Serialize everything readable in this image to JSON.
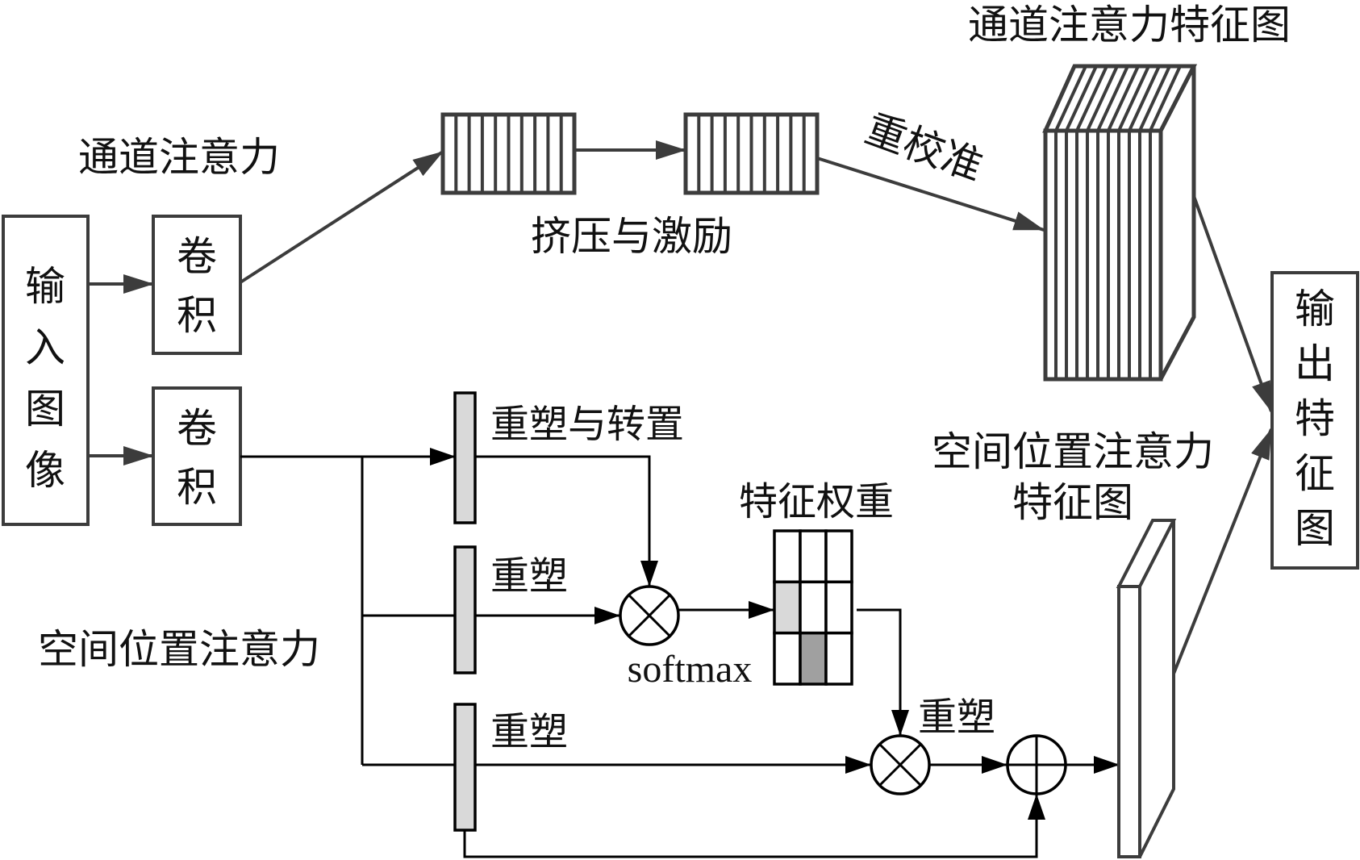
{
  "figure": {
    "input_label": [
      "输",
      "入",
      "图",
      "像"
    ],
    "conv_label": [
      "卷",
      "积"
    ],
    "output_label": [
      "输",
      "出",
      "特",
      "征",
      "图"
    ],
    "channel_branch": {
      "title": "通道注意力",
      "se_label": "挤压与激励",
      "recalibrate_label": "重校准",
      "feature_map_label": "通道注意力特征图",
      "se_block_cells": 10,
      "feature_map_slices": 11
    },
    "spatial_branch": {
      "title": "空间位置注意力",
      "reshape_transpose_label": "重塑与转置",
      "reshape_label_1": "重塑",
      "reshape_label_2": "重塑",
      "reshape_label_3": "重塑",
      "softmax_label": "softmax",
      "weight_label": "特征权重",
      "feature_map_label_line1": "空间位置注意力",
      "feature_map_label_line2": "特征图",
      "weight_grid": {
        "rows": 3,
        "cols": 3,
        "highlight_cells": [
          {
            "row": 1,
            "col": 0,
            "color": "#d9d9d9"
          },
          {
            "row": 2,
            "col": 1,
            "color": "#a0a0a0"
          }
        ]
      }
    },
    "operators": {
      "multiply": "⊗",
      "add": "⊕"
    },
    "colors": {
      "box_stroke": "#3c3c3c",
      "line_black": "#000000",
      "bar_fill": "#d9d9d9"
    }
  }
}
